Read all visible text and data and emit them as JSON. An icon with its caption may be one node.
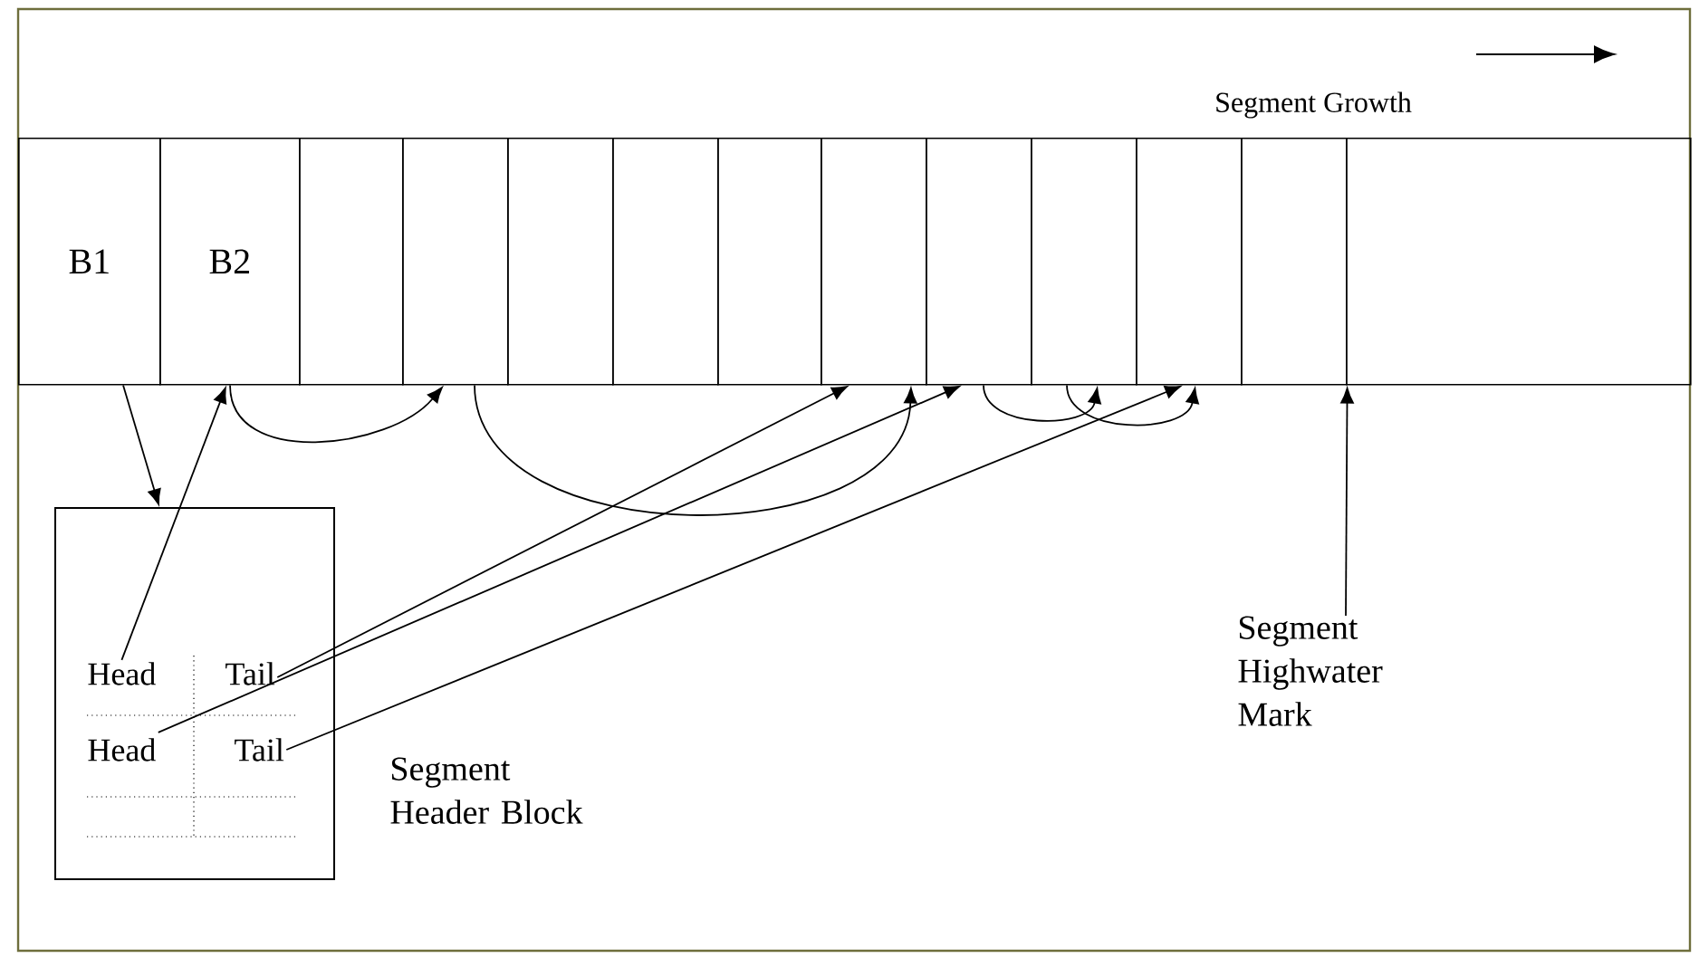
{
  "diagram": {
    "nodes": [
      {
        "text": [
          "B1"
        ]
      },
      {
        "text": [
          "B2"
        ]
      },
      {
        "text": [],
        "shape": "box"
      },
      {
        "text": [],
        "shape": "box"
      },
      {
        "text": [],
        "shape": "box"
      },
      {
        "text": [],
        "shape": "box"
      },
      {
        "text": [],
        "shape": "box"
      },
      {
        "text": [],
        "shape": "box"
      },
      {
        "text": [],
        "shape": "box"
      },
      {
        "text": [],
        "shape": "box"
      },
      {
        "text": [],
        "shape": "box"
      },
      {
        "text": [],
        "shape": "box"
      },
      {
        "text": [],
        "shape": "box"
      },
      {
        "text": [],
        "shape": "box",
        "beside": [
          "Segment Header Block"
        ]
      },
      {
        "text": [
          "Head"
        ],
        "in": 13
      },
      {
        "text": [
          "Tail"
        ],
        "in": 13
      },
      {
        "text": [
          "Head"
        ],
        "in": 13
      },
      {
        "text": [
          "Tail"
        ],
        "in": 13
      },
      {
        "text": [
          "Segment Highwater Mark"
        ]
      }
    ],
    "edges": [
      {
        "from": 0,
        "to": 13,
        "arrow": "to"
      },
      {
        "from": 14,
        "to": 1,
        "arrow": "to"
      },
      {
        "from": 1,
        "to": 3,
        "arrow": "to"
      },
      {
        "from": 3,
        "to": 7,
        "arrow": "to"
      },
      {
        "from": 15,
        "to": 7,
        "arrow": "to"
      },
      {
        "from": 16,
        "to": 8,
        "arrow": "to"
      },
      {
        "from": 8,
        "to": 9,
        "arrow": "to"
      },
      {
        "from": 9,
        "to": 10,
        "arrow": "to"
      },
      {
        "from": 17,
        "to": 10,
        "arrow": "to"
      },
      {
        "from": 18,
        "to": 11,
        "arrow": "to"
      }
    ],
    "labels": [
      "Segment Growth"
    ]
  }
}
